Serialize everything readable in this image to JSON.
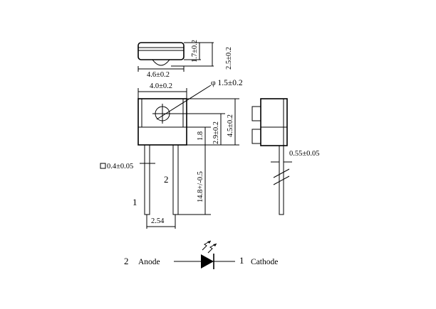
{
  "dimensions": {
    "top_height_inner": "1.7±0.2",
    "top_height_total": "2.5±0.2",
    "width_outer": "4.6±0.2",
    "width_inner": "4.0±0.2",
    "lens_diameter": "φ 1.5±0.2",
    "body_height": "4.5±0.2",
    "lens_center_height": "2.9±0.2",
    "pin_offset": "1.8",
    "lead_length": "14.8+/-0.5",
    "pin_square": "0.4±0.05",
    "lead_thickness": "0.55±0.05",
    "pin_pitch": "2.54"
  },
  "pins": {
    "pin1": "1",
    "pin2": "2"
  },
  "symbol": {
    "anode_number": "2",
    "anode_label": "Anode",
    "cathode_number": "1",
    "cathode_label": "Cathode"
  }
}
